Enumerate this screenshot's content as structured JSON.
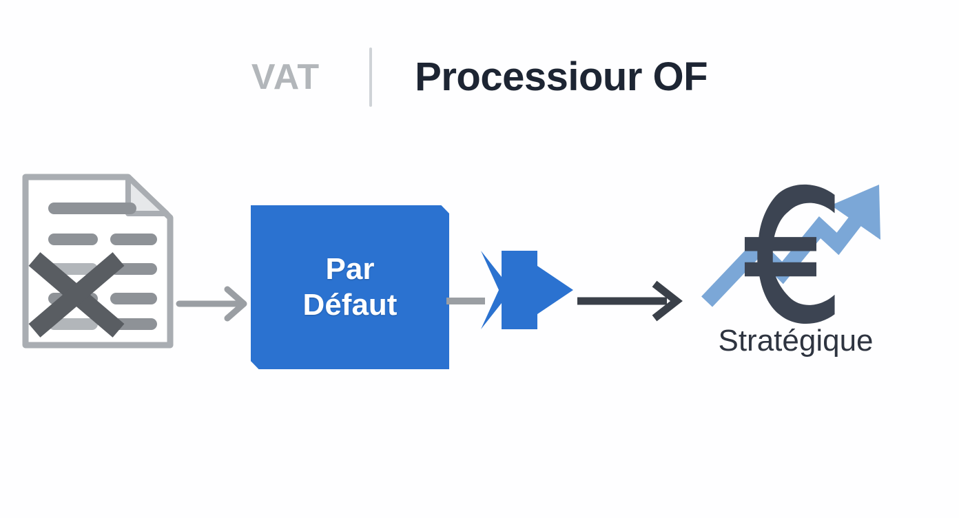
{
  "header": {
    "brand_tag": "VAT",
    "title": "Processiour OF",
    "divider": "vertical-rule",
    "brand_color": "#b2b6ba",
    "title_color": "#1d2533"
  },
  "diagram": {
    "type": "process-flow",
    "background": "#fefeff",
    "accent_blue": "#2b72d0",
    "light_blue": "#7ba7d7",
    "gray": "#9a9ea3",
    "dark": "#3a4049",
    "nodes": [
      {
        "id": "source",
        "icon": "document-rejected-icon",
        "label": "",
        "description": "document with folded corner and X mark",
        "outline_color": "#a9adb2",
        "mark_color": "#595d62"
      },
      {
        "id": "process",
        "icon": "process-box",
        "label": "Par\nDéfaut",
        "label_line_1": "Par",
        "label_line_2": "Défaut",
        "fill": "#2b72d0",
        "text_color": "#ffffff"
      },
      {
        "id": "outcome",
        "icon": "euro-growth-icon",
        "label": "Stratégique",
        "symbol": "€",
        "symbol_color": "#3c4452",
        "arrow_color": "#7ba7d7",
        "label_color": "#2e3440"
      }
    ],
    "connectors": [
      {
        "id": "connector-1",
        "style": "thin-arrow",
        "color": "#9a9ea3",
        "from": "source",
        "to": "process"
      },
      {
        "id": "connector-2",
        "style": "stub-line",
        "color": "#9a9ea3",
        "from": "process",
        "to": "block-arrow"
      },
      {
        "id": "connector-3",
        "style": "block-arrow",
        "color": "#2b72d0",
        "from": "process",
        "to": "dark-arrow"
      },
      {
        "id": "connector-4",
        "style": "thin-arrow",
        "color": "#3a4049",
        "from": "block-arrow",
        "to": "outcome"
      }
    ]
  }
}
